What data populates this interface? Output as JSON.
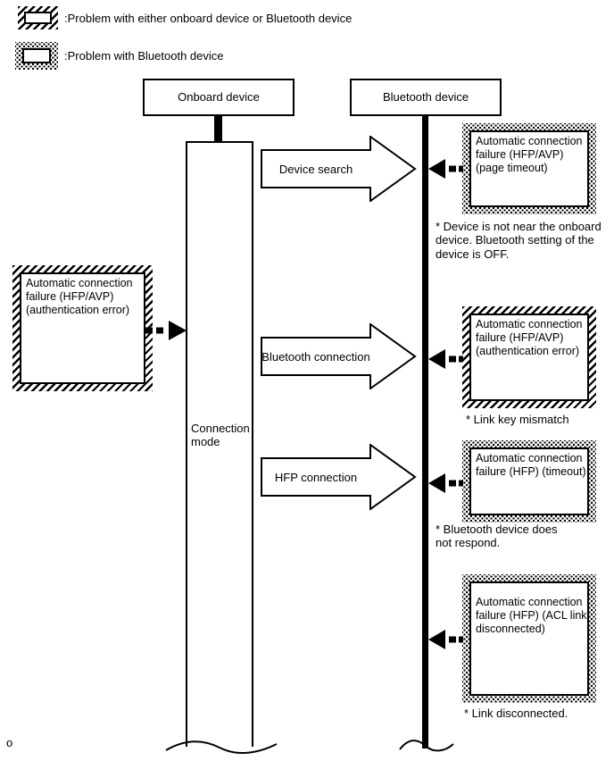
{
  "legend": {
    "items": [
      {
        "swatch": "hatched",
        "label": ":Problem with either onboard device or Bluetooth device"
      },
      {
        "swatch": "dotted",
        "label": ":Problem with Bluetooth device"
      }
    ]
  },
  "actors": {
    "onboard": {
      "label": "Onboard device"
    },
    "bluetooth": {
      "label": "Bluetooth device"
    }
  },
  "onboard_state": {
    "lines": [
      "Connection",
      "mode"
    ]
  },
  "messages": [
    {
      "label": "Device search"
    },
    {
      "label": "Bluetooth connection"
    },
    {
      "label": "HFP connection"
    }
  ],
  "failures": {
    "left": {
      "style": "hatched",
      "lines": [
        "Automatic connection",
        "failure (HFP/AVP)",
        "(authentication error)"
      ]
    },
    "right": [
      {
        "style": "dotted",
        "lines": [
          "Automatic connection",
          "failure (HFP/AVP)",
          "(page timeout)"
        ],
        "note_lines": [
          "* Device is not near the onboard",
          "device. Bluetooth setting of the",
          "device is OFF."
        ]
      },
      {
        "style": "hatched",
        "lines": [
          "Automatic connection",
          "failure (HFP/AVP)",
          "(authentication error)"
        ],
        "note_lines": [
          "* Link key mismatch"
        ]
      },
      {
        "style": "dotted",
        "lines": [
          "Automatic connection",
          "failure (HFP) (timeout)"
        ],
        "note_lines": [
          "* Bluetooth device does",
          "not respond."
        ]
      },
      {
        "style": "dotted",
        "lines": [
          "Automatic connection",
          "failure (HFP) (ACL link",
          "disconnected)"
        ],
        "note_lines": [
          "* Link disconnected."
        ]
      }
    ]
  },
  "footer": {
    "mark": "o"
  },
  "colors": {
    "ink": "#000000",
    "paper": "#ffffff"
  }
}
